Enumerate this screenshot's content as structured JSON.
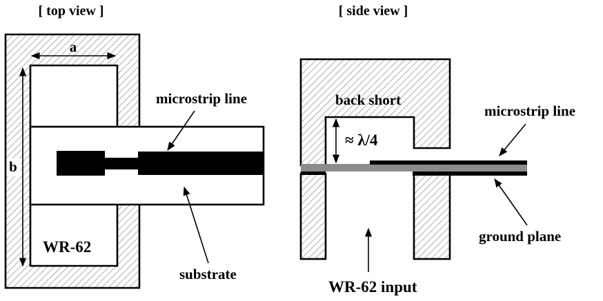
{
  "top_view": {
    "title": "[ top view ]",
    "dim_a": "a",
    "dim_b": "b",
    "label_microstrip": "microstrip line",
    "label_waveguide": "WR-62",
    "label_substrate": "substrate"
  },
  "side_view": {
    "title": "[ side view ]",
    "label_backshort": "back short",
    "label_quarter_wave": "≈ λ/4",
    "label_microstrip": "microstrip line",
    "label_ground": "ground plane",
    "label_input": "WR-62 input"
  },
  "colors": {
    "hatch": "#9a9a9a",
    "metal": "#000000",
    "substrate_side": "#8c8c8c",
    "background": "#ffffff"
  }
}
